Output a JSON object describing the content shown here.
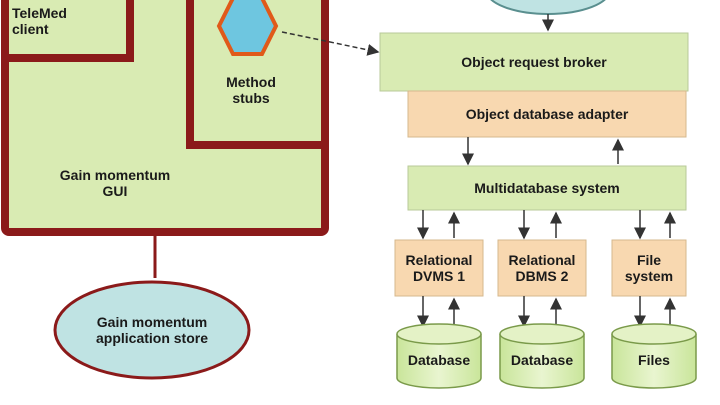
{
  "left": {
    "telemed_client": "TeleMed\nclient",
    "method_stubs": "Method\nstubs",
    "gui": "Gain momentum\nGUI",
    "app_store": "Gain momentum\napplication store"
  },
  "right": {
    "orb": "Object request broker",
    "adapter": "Object database adapter",
    "multidb": "Multidatabase system",
    "db1_system": "Relational\nDVMS 1",
    "db2_system": "Relational\nDBMS 2",
    "file_system": "File\nsystem",
    "db1_store": "Database",
    "db2_store": "Database",
    "file_store": "Files"
  },
  "colors": {
    "frame": "#8b1a1a",
    "green_fill": "#d9ebb3",
    "peach_fill": "#f8d8b0",
    "teal_fill": "#bfe3e3",
    "hexagon_fill": "#6ec6e0",
    "hexagon_stroke": "#e05a1a"
  }
}
